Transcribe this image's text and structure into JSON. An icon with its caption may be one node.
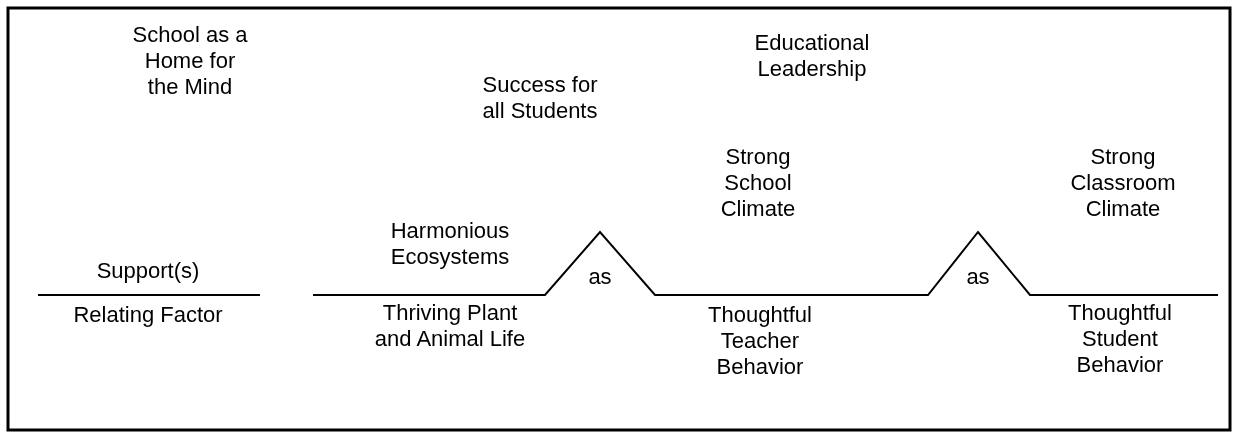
{
  "diagram": {
    "labels": [
      "School as a Home for the Mind",
      "Success for all Students",
      "Educational Leadership",
      "Support(s)",
      "Relating Factor",
      "Harmonious Ecosystems",
      "Thriving Plant and Animal Life",
      "as",
      "Strong School Climate",
      "Thoughtful Teacher Behavior",
      "as",
      "Strong Classroom Climate",
      "Thoughtful Student Behavior"
    ]
  }
}
